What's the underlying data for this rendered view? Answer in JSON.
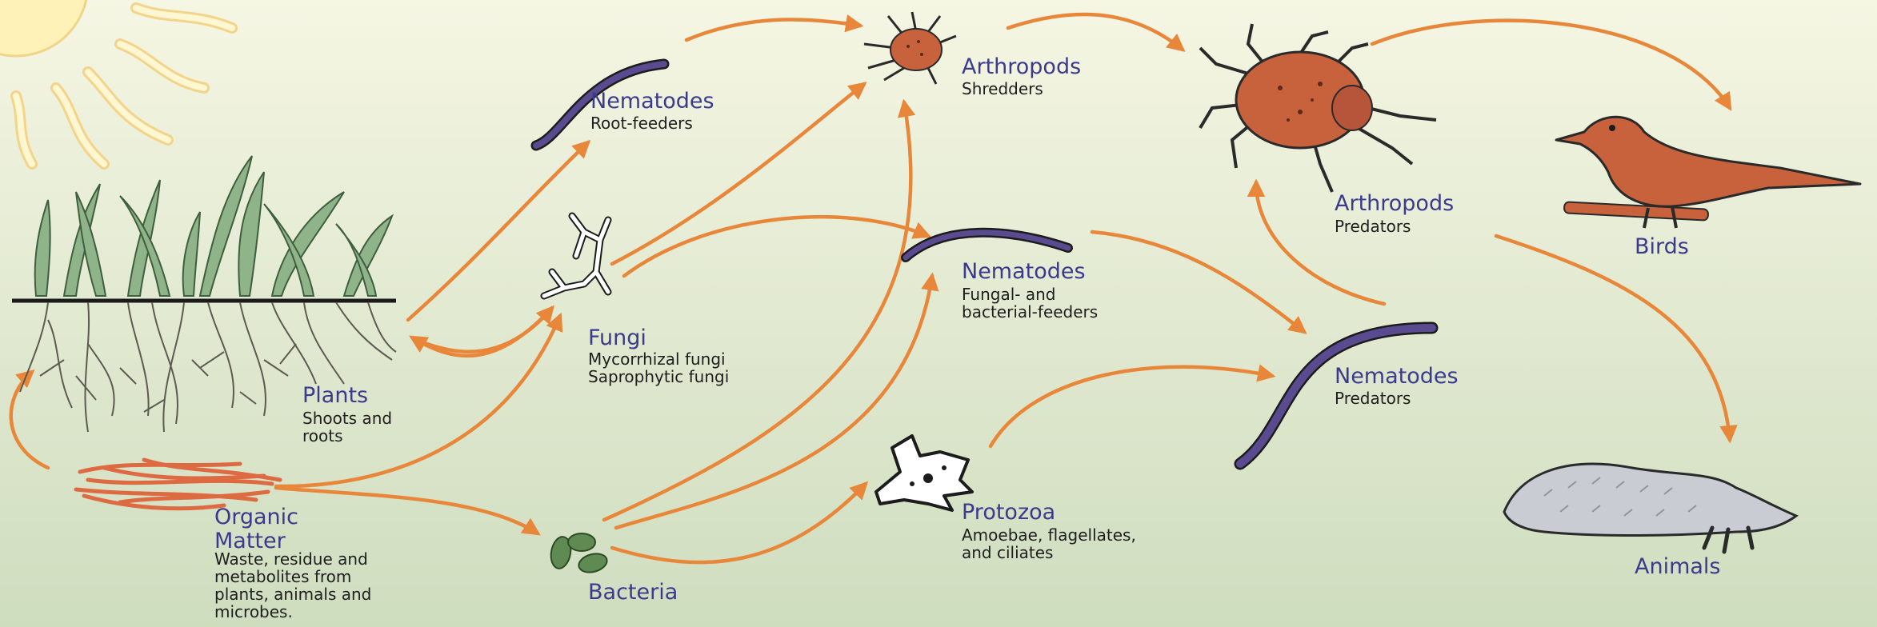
{
  "colors": {
    "background_top": "#f5f6e3",
    "background_bottom": "#cfddbf",
    "arrow": "#e8873a",
    "title_text": "#3b3a8c",
    "nematode": "#5a4a90",
    "arthropod": "#c8623d",
    "plant_leaf": "#7fa77b",
    "sun": "#fff2b8",
    "organic_matter": "#de6a42",
    "bacteria": "#5f8a52",
    "mole": "#c9cdd3"
  },
  "nodes": {
    "plants": {
      "title": "Plants",
      "desc": "Shoots and\nroots"
    },
    "organic_matter": {
      "title": "Organic\nMatter",
      "desc": "Waste, residue and\nmetabolites from\nplants, animals and\nmicrobes."
    },
    "nematodes_root": {
      "title": "Nematodes",
      "desc": "Root-feeders"
    },
    "fungi": {
      "title": "Fungi",
      "desc": "Mycorrhizal fungi\nSaprophytic fungi"
    },
    "bacteria": {
      "title": "Bacteria",
      "desc": ""
    },
    "arthropods_shredders": {
      "title": "Arthropods",
      "desc": "Shredders"
    },
    "nematodes_fungal": {
      "title": "Nematodes",
      "desc": "Fungal- and\nbacterial-feeders"
    },
    "protozoa": {
      "title": "Protozoa",
      "desc": "Amoebae, flagellates,\nand ciliates"
    },
    "arthropods_predators": {
      "title": "Arthropods",
      "desc": "Predators"
    },
    "nematodes_predators": {
      "title": "Nematodes",
      "desc": "Predators"
    },
    "birds": {
      "title": "Birds",
      "desc": ""
    },
    "animals": {
      "title": "Animals",
      "desc": ""
    }
  },
  "links": [
    [
      "organic_matter",
      "plants"
    ],
    [
      "plants",
      "nematodes_root"
    ],
    [
      "plants",
      "fungi"
    ],
    [
      "fungi",
      "plants"
    ],
    [
      "organic_matter",
      "fungi"
    ],
    [
      "organic_matter",
      "bacteria"
    ],
    [
      "nematodes_root",
      "arthropods_shredders"
    ],
    [
      "fungi",
      "arthropods_shredders"
    ],
    [
      "fungi",
      "nematodes_fungal"
    ],
    [
      "bacteria",
      "arthropods_shredders"
    ],
    [
      "bacteria",
      "nematodes_fungal"
    ],
    [
      "bacteria",
      "protozoa"
    ],
    [
      "arthropods_shredders",
      "arthropods_predators"
    ],
    [
      "nematodes_fungal",
      "nematodes_predators"
    ],
    [
      "protozoa",
      "nematodes_predators"
    ],
    [
      "nematodes_predators",
      "arthropods_predators"
    ],
    [
      "arthropods_predators",
      "birds"
    ],
    [
      "arthropods_predators",
      "animals"
    ]
  ],
  "icons": [
    "sun-icon",
    "plants-icon",
    "organic-matter-icon",
    "root-nematode-icon",
    "fungi-icon",
    "bacteria-icon",
    "shredder-mite-icon",
    "fungal-nematode-icon",
    "protozoa-icon",
    "predator-mite-icon",
    "predator-nematode-icon",
    "bird-icon",
    "mole-icon"
  ]
}
